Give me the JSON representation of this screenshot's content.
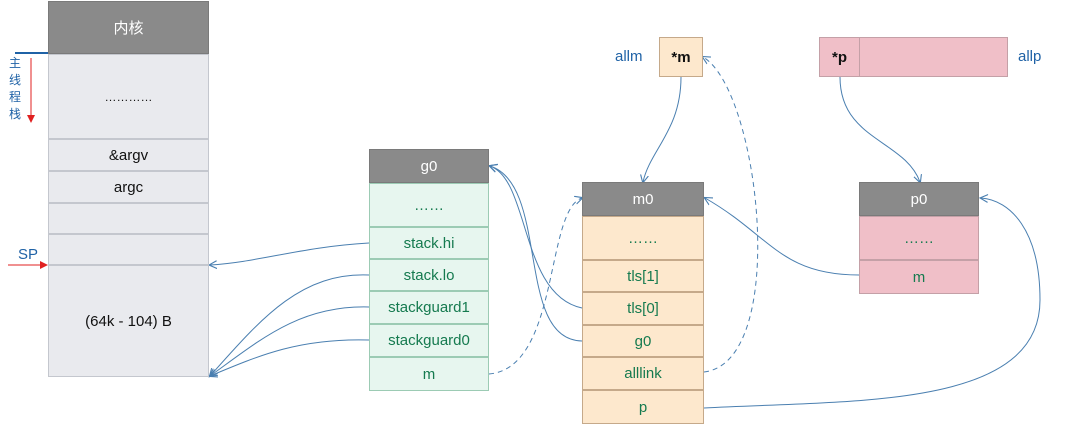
{
  "main_stack": {
    "kernel": "内核",
    "ellipsis": "…………",
    "argv": "&argv",
    "argc": "argc",
    "blank1": "",
    "blank2": "",
    "size": "(64k - 104) B",
    "main_thread_label": "主线程栈",
    "sp_label": "SP"
  },
  "g0": {
    "title": "g0",
    "fields": [
      "……",
      "stack.hi",
      "stack.lo",
      "stackguard1",
      "stackguard0",
      "m"
    ]
  },
  "m0": {
    "title": "m0",
    "fields": [
      "……",
      "tls[1]",
      "tls[0]",
      "g0",
      "alllink",
      "p"
    ]
  },
  "p0": {
    "title": "p0",
    "fields": [
      "……",
      "m"
    ]
  },
  "allm": {
    "label": "allm",
    "box": "*m"
  },
  "allp": {
    "label": "allp",
    "box": "*p"
  },
  "colors": {
    "header": "#8a8a8a",
    "g0_fill": "#e7f6ef",
    "m0_fill": "#fde8cd",
    "p0_fill": "#f0bfc8",
    "arrow": "#4a7fb0",
    "sp_arrow": "#e02020",
    "label_blue": "#1f62a6",
    "field_green": "#157a4f"
  }
}
